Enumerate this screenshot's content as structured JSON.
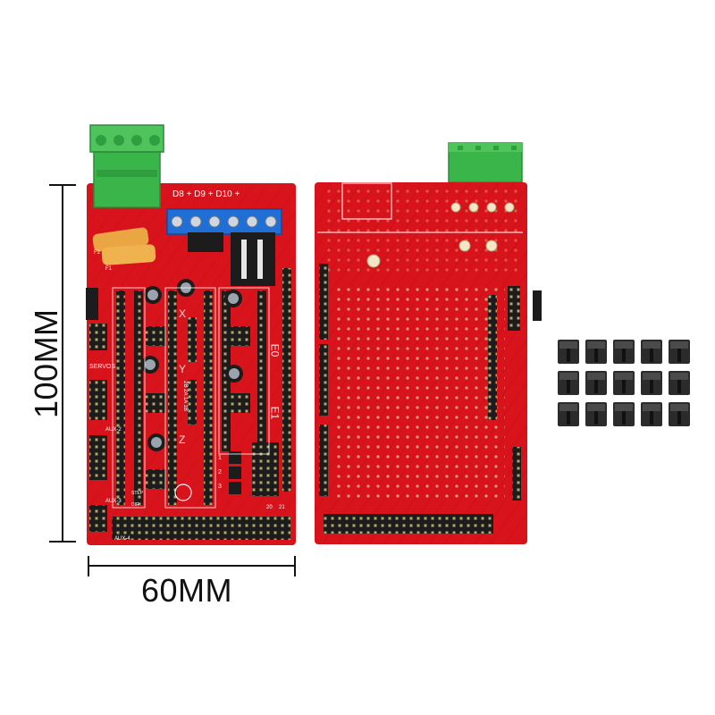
{
  "dimensions": {
    "height_label": "100MM",
    "width_label": "60MM"
  },
  "board_front": {
    "silkscreen": {
      "servos": "SERVOS",
      "aux2": "AUX-2",
      "aux3": "AUX-3",
      "aux4": "AUX-4",
      "driver_x": "X",
      "driver_y": "Y",
      "driver_z": "Z",
      "driver_e0": "E0",
      "driver_e1": "E1",
      "terminals": "D8 + D9 + D10 +",
      "step": "STEP",
      "dir": "DIR",
      "chip_label": "2B 2A 1A 1B",
      "fuse_f1": "F1",
      "fuse_f2": "F2",
      "pin_20": "20",
      "pin_21": "21",
      "num_1": "1",
      "num_2": "2",
      "num_3": "3"
    }
  },
  "board_back": {},
  "jumpers": {
    "count": 15,
    "rows": 3,
    "cols": 5
  },
  "colors": {
    "pcb_red": "#d8131b",
    "pcb_dark_red": "#a50d12",
    "terminal_green": "#39b54a",
    "terminal_blue": "#1f6fd6",
    "header_black": "#1c1c1c",
    "fuse_yellow": "#e9a642",
    "jumper_gray": "#2b2b2b"
  }
}
